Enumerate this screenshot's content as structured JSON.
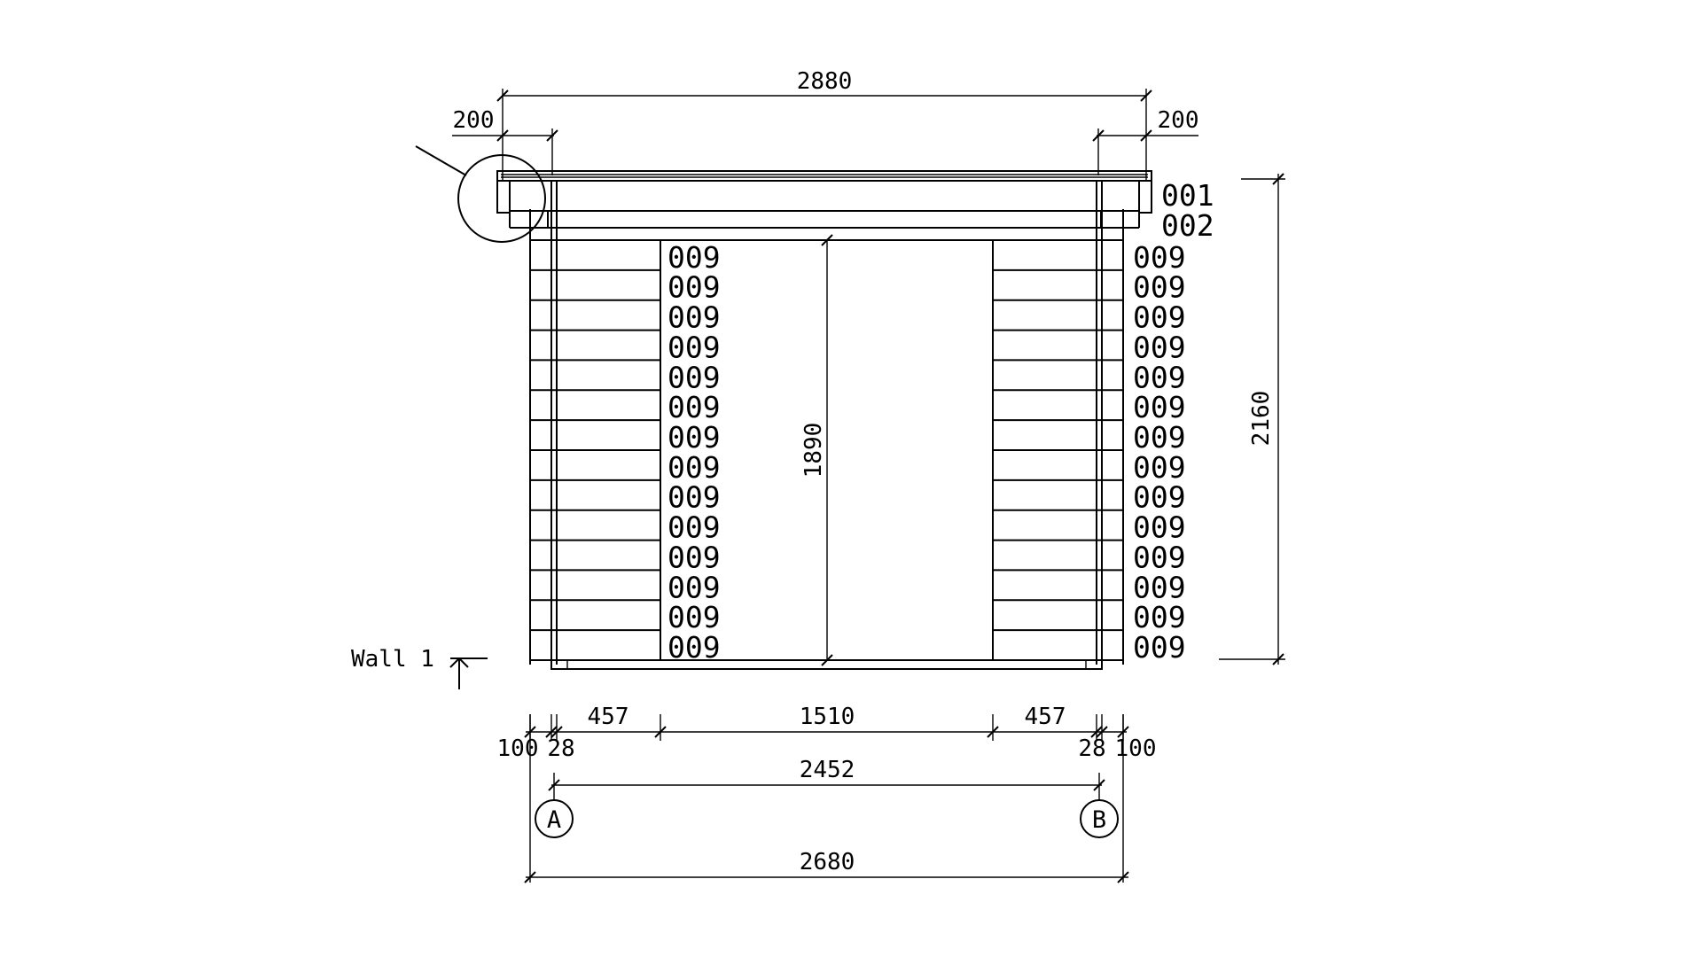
{
  "dimensions": {
    "overall_width": "2880",
    "overhang_left": "200",
    "overhang_right": "200",
    "total_height": "2160",
    "door_height": "1890",
    "left_wall_segment": "457",
    "door_width": "1510",
    "right_wall_segment": "457",
    "left_edge_100": "100",
    "left_edge_28": "28",
    "right_edge_28": "28",
    "right_edge_100": "100",
    "axis_span": "2452",
    "base_width": "2680"
  },
  "axes": [
    "A",
    "B"
  ],
  "part_labels": {
    "top_1": "001",
    "top_2": "002",
    "log_board": "009",
    "log_rows": 14
  },
  "view_label": "Wall 1",
  "colors": {
    "line": "#000000",
    "background": "#ffffff"
  }
}
